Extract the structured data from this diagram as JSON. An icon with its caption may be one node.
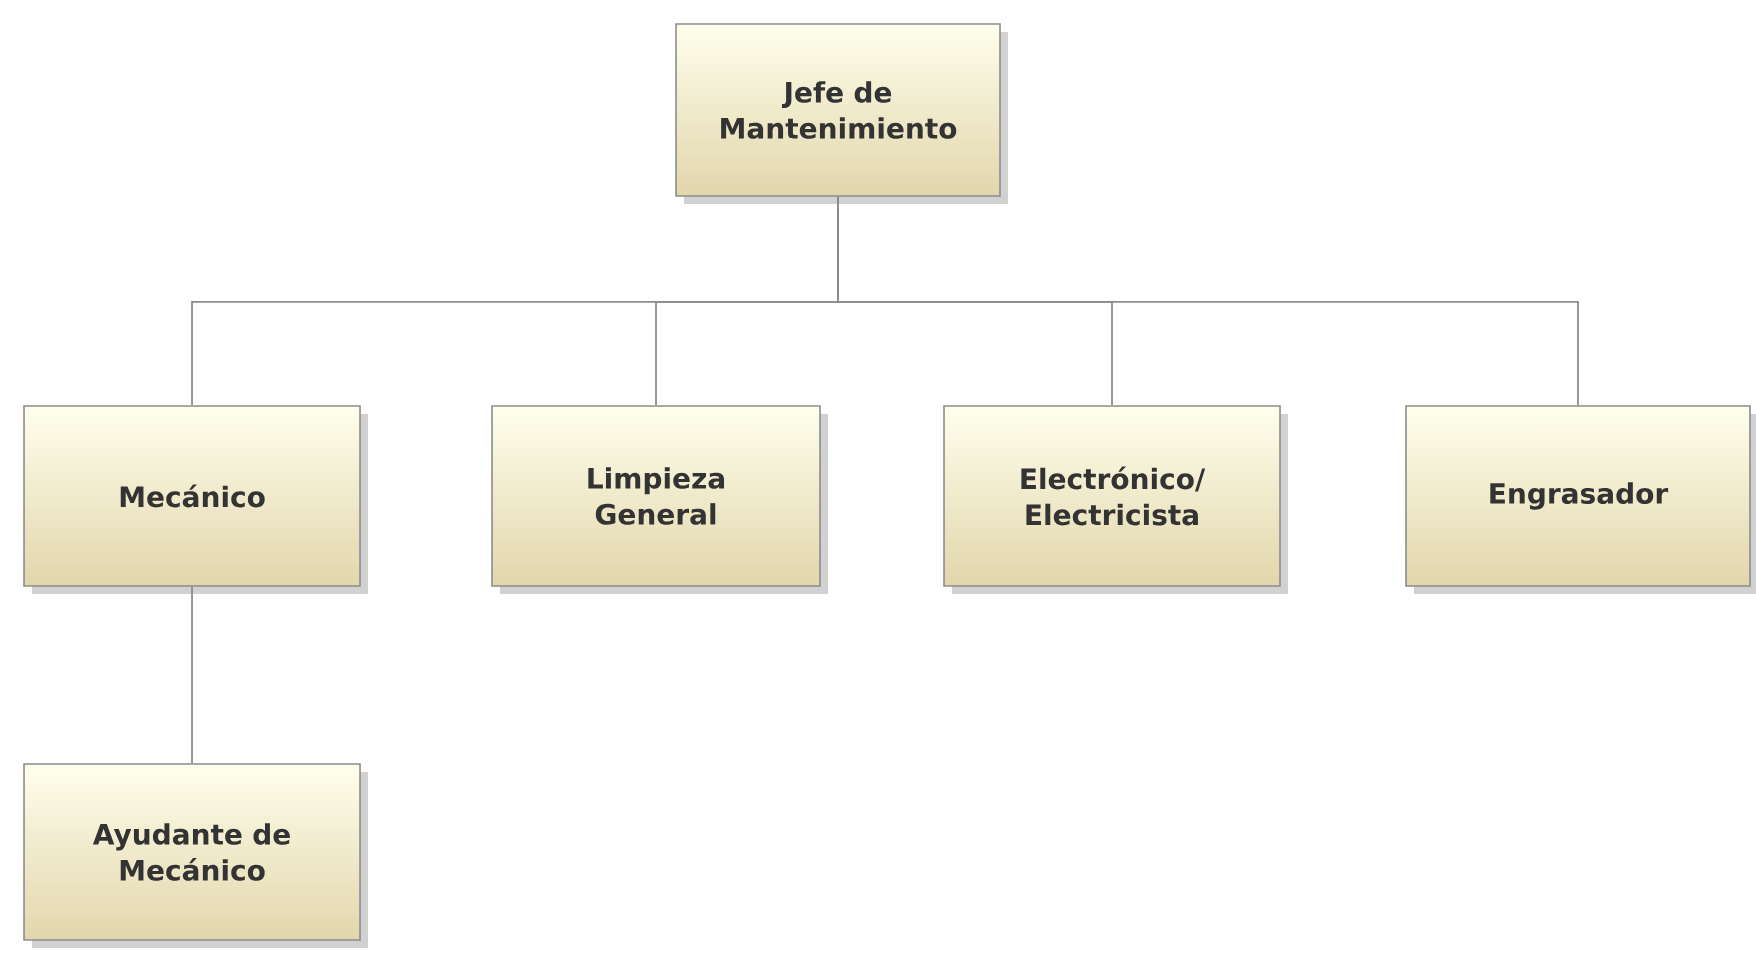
{
  "diagram": {
    "nodes": [
      {
        "text": [
          "Jefe de Mantenimiento"
        ]
      },
      {
        "text": [
          "Mecánico"
        ]
      },
      {
        "text": [
          "Limpieza General"
        ]
      },
      {
        "text": [
          "Electrónico/ Electricista"
        ]
      },
      {
        "text": [
          "Engrasador"
        ]
      },
      {
        "text": [
          "Ayudante de Mecánico"
        ]
      }
    ],
    "edges": [
      {
        "from": 0,
        "to": 1,
        "arrow": "none"
      },
      {
        "from": 0,
        "to": 2,
        "arrow": "none"
      },
      {
        "from": 0,
        "to": 3,
        "arrow": "none"
      },
      {
        "from": 0,
        "to": 4,
        "arrow": "none"
      },
      {
        "from": 1,
        "to": 5,
        "arrow": "none"
      }
    ]
  }
}
